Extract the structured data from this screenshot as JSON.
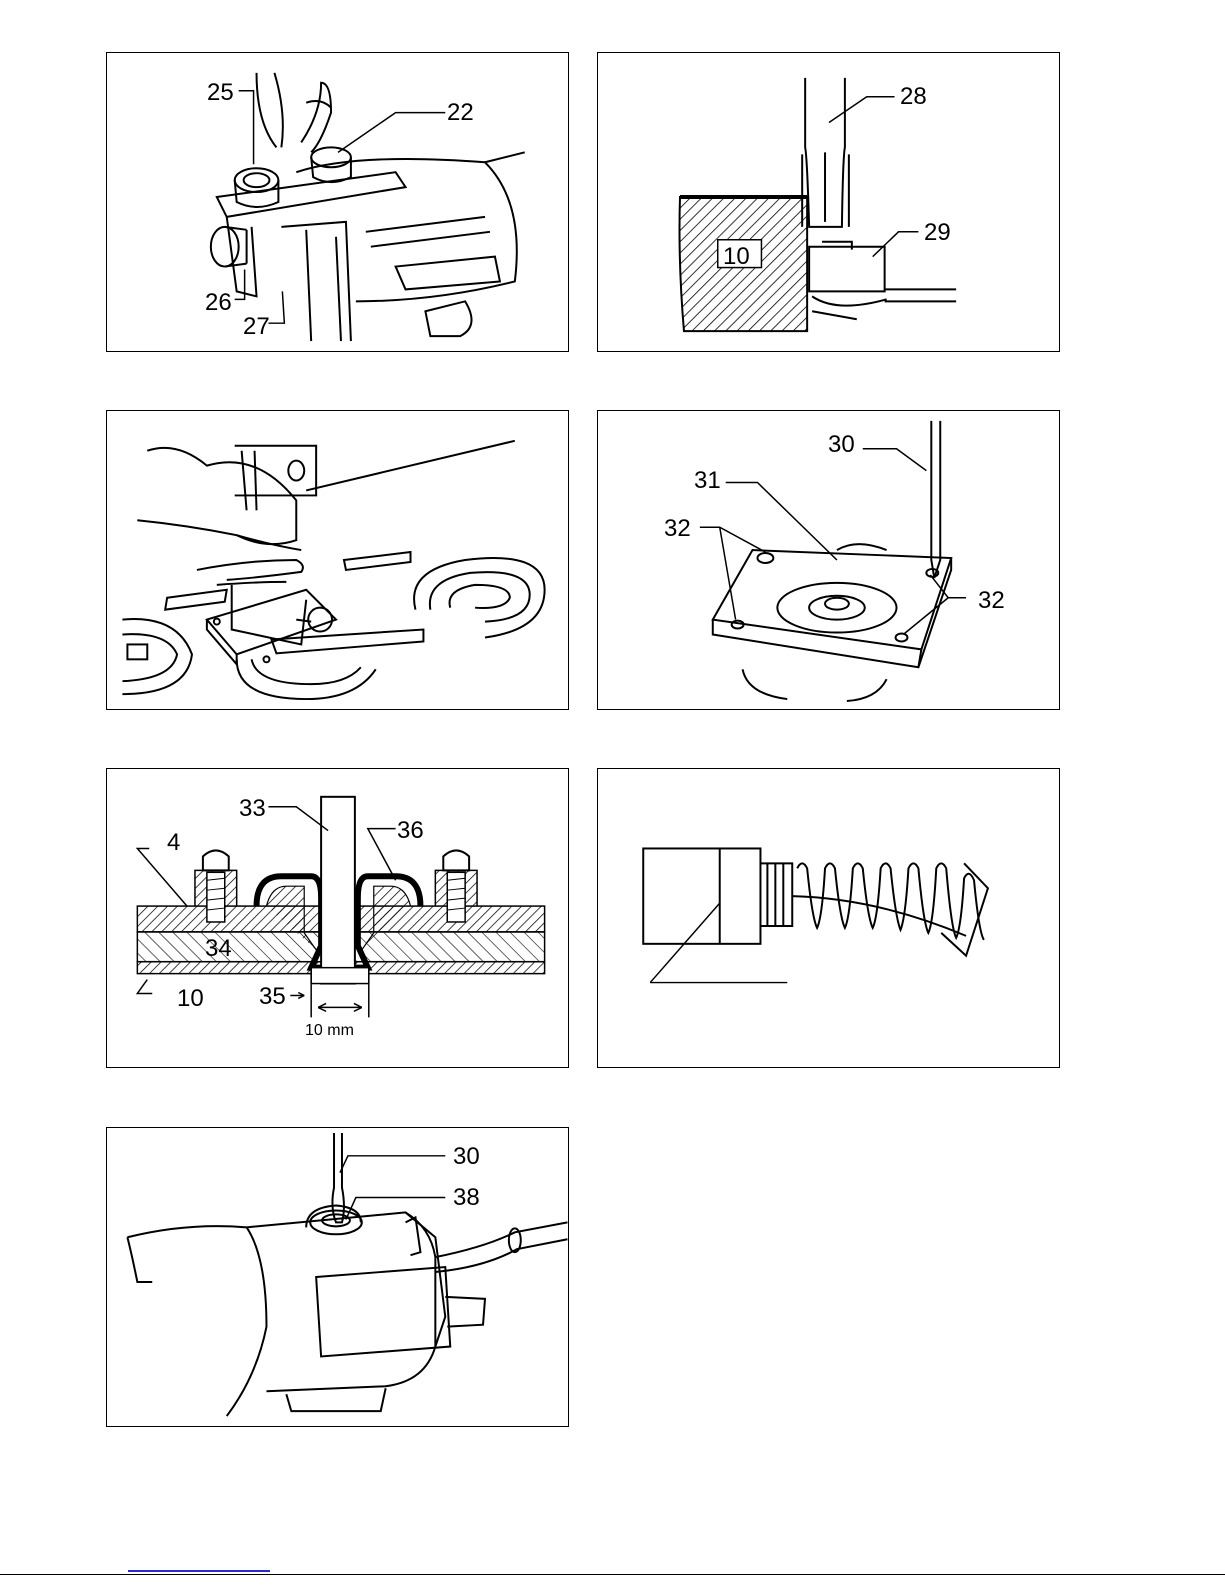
{
  "figures": [
    {
      "id": "fig1",
      "callouts": {
        "c25": "25",
        "c22": "22",
        "c26": "26",
        "c27": "27"
      }
    },
    {
      "id": "fig2",
      "callouts": {
        "c28": "28",
        "c29": "29",
        "c10": "10"
      }
    },
    {
      "id": "fig3",
      "callouts": {}
    },
    {
      "id": "fig4",
      "callouts": {
        "c30": "30",
        "c31": "31",
        "c32a": "32",
        "c32b": "32"
      }
    },
    {
      "id": "fig5",
      "callouts": {
        "c33": "33",
        "c36": "36",
        "c4": "4",
        "c34": "34",
        "c35": "35",
        "c10": "10",
        "dim": "10 mm"
      }
    },
    {
      "id": "fig6",
      "callouts": {}
    },
    {
      "id": "fig7",
      "callouts": {
        "c30": "30",
        "c38": "38"
      }
    }
  ]
}
